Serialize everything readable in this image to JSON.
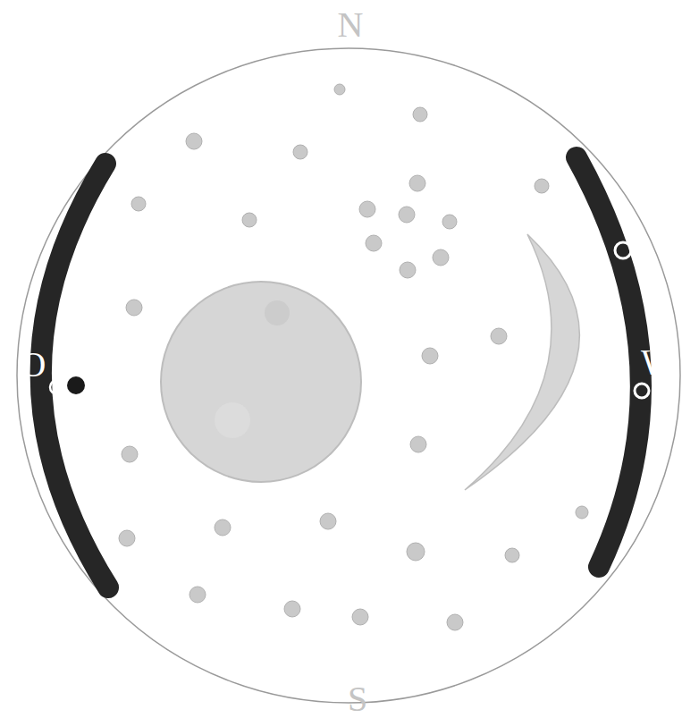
{
  "diagram": {
    "labels": [
      "N",
      "O",
      "W",
      "S"
    ]
  }
}
